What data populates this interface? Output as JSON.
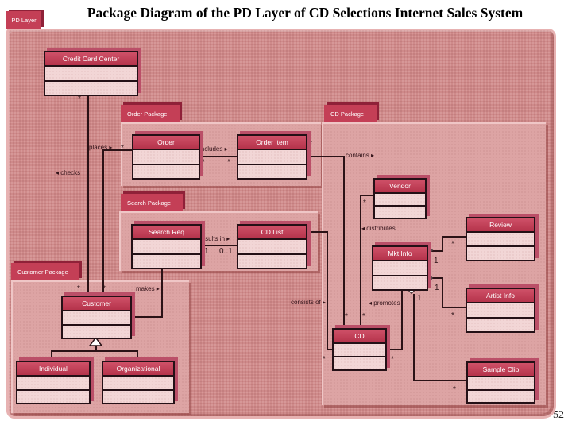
{
  "slide": {
    "title": "Package Diagram of the PD Layer of CD Selections Internet Sales System",
    "layer_tab": "PD Layer",
    "page_number": "52"
  },
  "packages": {
    "order": "Order Package",
    "cd": "CD Package",
    "search": "Search Package",
    "customer": "Customer Package"
  },
  "classes": {
    "credit_card_center": "Credit Card Center",
    "order": "Order",
    "order_item": "Order Item",
    "vendor": "Vendor",
    "search_req": "Search Req",
    "cd_list": "CD List",
    "customer": "Customer",
    "individual": "Individual",
    "organizational": "Organizational",
    "review": "Review",
    "mkt_info": "Mkt Info",
    "artist_info": "Artist Info",
    "cd": "CD",
    "sample_clip": "Sample Clip"
  },
  "relationship_labels": {
    "places": "places ▸",
    "checks": "◂ checks",
    "includes": "includes ▸",
    "contains": "contains ▸",
    "distributes": "◂ distributes",
    "results_in": "results in ▸",
    "makes": "makes ▸",
    "consists_of": "consists of ▸",
    "promotes": "◂ promotes"
  },
  "multiplicities": {
    "many": "*",
    "one": "1",
    "zero_or_one": "0..1"
  },
  "colors": {
    "accent_red": "#c43f56",
    "diagram_bg": "#cf8a8a",
    "package_bg": "#dda4a4",
    "compartment_bg": "#f2d6d6",
    "line": "#2b1216"
  }
}
